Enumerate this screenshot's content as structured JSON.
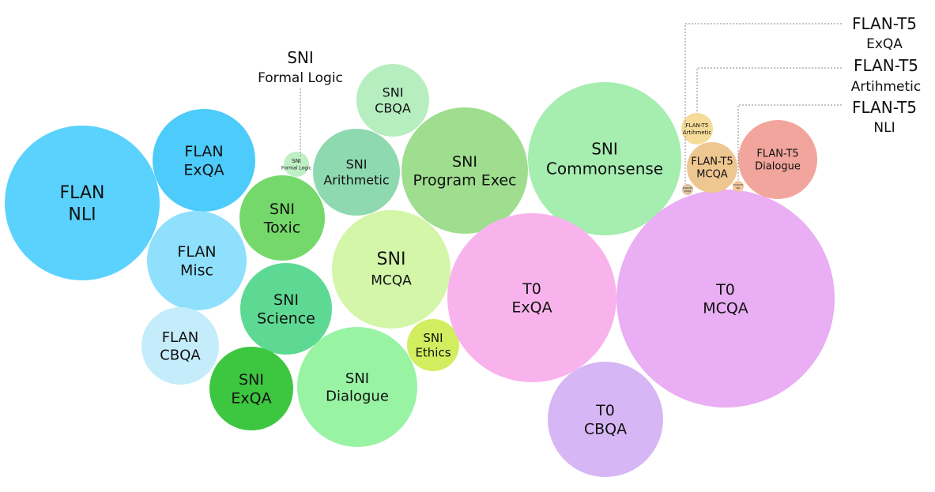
{
  "chart_data": {
    "type": "bubble",
    "bubbles": [
      {
        "id": "flan-nli",
        "lines": [
          "FLAN",
          "NLI"
        ],
        "color": "#5bd2fd"
      },
      {
        "id": "flan-exqa",
        "lines": [
          "FLAN",
          "ExQA"
        ],
        "color": "#4dcbfb"
      },
      {
        "id": "flan-misc",
        "lines": [
          "FLAN",
          "Misc"
        ],
        "color": "#8fe0fd"
      },
      {
        "id": "flan-cbqa",
        "lines": [
          "FLAN",
          "CBQA"
        ],
        "color": "#c5ecfa"
      },
      {
        "id": "sni-toxic",
        "lines": [
          "SNI",
          "Toxic"
        ],
        "color": "#74d86a"
      },
      {
        "id": "sni-science",
        "lines": [
          "SNI",
          "Science"
        ],
        "color": "#5dd993"
      },
      {
        "id": "sni-exqa",
        "lines": [
          "SNI",
          "ExQA"
        ],
        "color": "#3dc63f"
      },
      {
        "id": "sni-dialogue",
        "lines": [
          "SNI",
          "Dialogue"
        ],
        "color": "#98f3a3"
      },
      {
        "id": "sni-formal-logic",
        "lines": [
          "SNI",
          "Formal Logic"
        ],
        "color": "#bff0c5"
      },
      {
        "id": "sni-arithmetic",
        "lines": [
          "SNI",
          "Arithmetic"
        ],
        "color": "#8fd9b0"
      },
      {
        "id": "sni-cbqa",
        "lines": [
          "SNI",
          "CBQA"
        ],
        "color": "#b6eec0"
      },
      {
        "id": "sni-program-exec",
        "lines": [
          "SNI",
          "Program Exec"
        ],
        "color": "#9ede8e"
      },
      {
        "id": "sni-mcqa",
        "lines": [
          "SNI",
          "MCQA"
        ],
        "color": "#d3f6a9"
      },
      {
        "id": "sni-ethics",
        "lines": [
          "SNI",
          "Ethics"
        ],
        "color": "#d2ee60"
      },
      {
        "id": "sni-commonsense",
        "lines": [
          "SNI",
          "Commonsense"
        ],
        "color": "#a6edb0"
      },
      {
        "id": "t0-exqa",
        "lines": [
          "T0",
          "ExQA"
        ],
        "color": "#f9b3ec"
      },
      {
        "id": "t0-mcqa",
        "lines": [
          "T0",
          "MCQA"
        ],
        "color": "#e9aef3"
      },
      {
        "id": "t0-cbqa",
        "lines": [
          "T0",
          "CBQA"
        ],
        "color": "#d7b6f5"
      },
      {
        "id": "flan-t5-arithmetic",
        "lines": [
          "FLAN-T5",
          "Artihmetic"
        ],
        "color": "#f6dc9a"
      },
      {
        "id": "flan-t5-mcqa",
        "lines": [
          "FLAN-T5",
          "MCQA"
        ],
        "color": "#eec690"
      },
      {
        "id": "flan-t5-dialogue",
        "lines": [
          "FLAN-T5",
          "Dialogue"
        ],
        "color": "#f2a59c"
      },
      {
        "id": "flan-t5-exqa",
        "lines": [
          "FLAN-T5",
          "ExQA"
        ],
        "color": "#dcc2a0"
      },
      {
        "id": "flan-t5-nli",
        "lines": [
          "FLAN-T5",
          "NLI"
        ],
        "color": "#f2c49a"
      }
    ],
    "callouts": [
      {
        "id": "callout-sni-formal-logic",
        "target": "sni-formal-logic",
        "lines": [
          "SNI",
          "Formal Logic"
        ]
      },
      {
        "id": "callout-flan-t5-exqa",
        "target": "flan-t5-exqa",
        "lines": [
          "FLAN-T5",
          "ExQA"
        ]
      },
      {
        "id": "callout-flan-t5-arithmetic",
        "target": "flan-t5-arithmetic",
        "lines": [
          "FLAN-T5",
          "Artihmetic"
        ]
      },
      {
        "id": "callout-flan-t5-nli",
        "target": "flan-t5-nli",
        "lines": [
          "FLAN-T5",
          "NLI"
        ]
      }
    ]
  }
}
